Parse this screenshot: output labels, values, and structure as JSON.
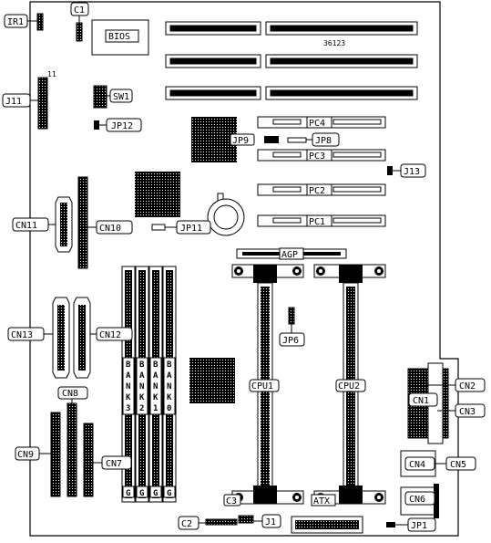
{
  "board": {
    "slot_label": "36123",
    "bios_label": "BIOS",
    "agp_label": "AGP",
    "pin_number": "11",
    "cpu1_label": "CPU1",
    "cpu2_label": "CPU2",
    "c3_label": "C3",
    "atx_label": "ATX",
    "jp9_label": "JP9",
    "pci_labels": [
      "PC4",
      "PC3",
      "PC2",
      "PC1"
    ],
    "banks": [
      [
        "B",
        "A",
        "N",
        "K",
        "3"
      ],
      [
        "B",
        "A",
        "N",
        "K",
        "2"
      ],
      [
        "B",
        "A",
        "N",
        "K",
        "1"
      ],
      [
        "B",
        "A",
        "N",
        "K",
        "0"
      ]
    ],
    "bank_g": "G"
  },
  "callouts": {
    "ir1": "IR1",
    "c1": "C1",
    "j11": "J11",
    "sw1": "SW1",
    "jp12": "JP12",
    "jp8": "JP8",
    "j13": "J13",
    "cn11": "CN11",
    "cn10": "CN10",
    "jp11": "JP11",
    "cn13": "CN13",
    "cn12": "CN12",
    "jp6": "JP6",
    "cn8": "CN8",
    "cn9": "CN9",
    "cn7": "CN7",
    "cn1": "CN1",
    "cn2": "CN2",
    "cn3": "CN3",
    "cn4": "CN4",
    "cn5": "CN5",
    "cn6": "CN6",
    "c2": "C2",
    "j1": "J1",
    "jp1": "JP1"
  }
}
